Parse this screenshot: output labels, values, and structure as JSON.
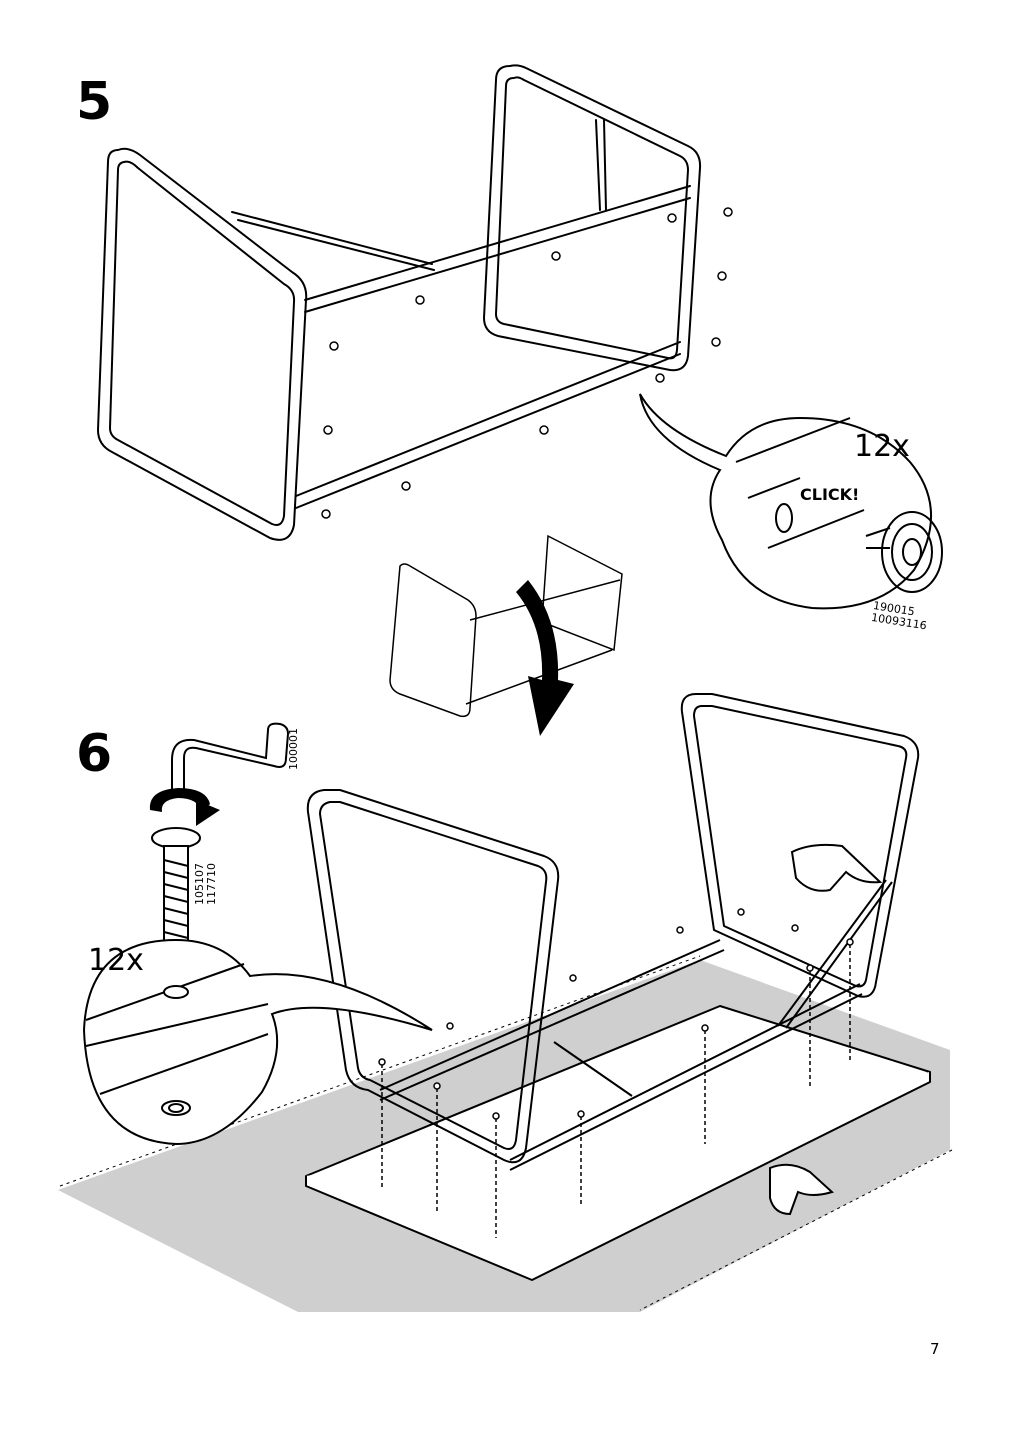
{
  "steps": [
    {
      "number": "5",
      "quantity": "12x",
      "callout": "CLICK!",
      "article_numbers": [
        "190015",
        "10093116"
      ]
    },
    {
      "number": "6",
      "quantity": "12x",
      "tool_article_number": "100001",
      "bolt_article_numbers": [
        "105107",
        "117710"
      ]
    }
  ],
  "page_number": "7"
}
